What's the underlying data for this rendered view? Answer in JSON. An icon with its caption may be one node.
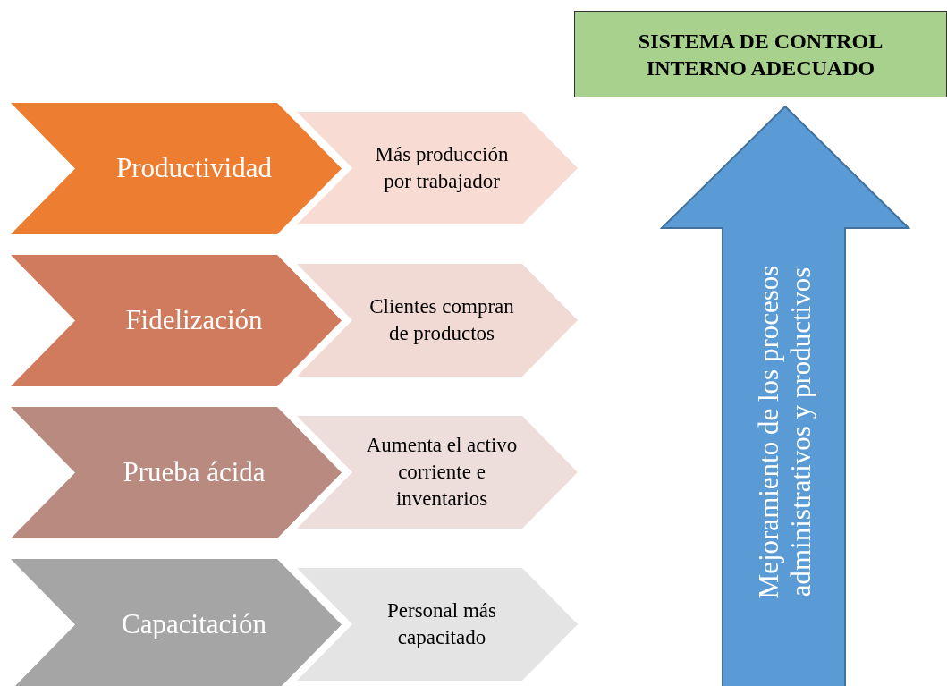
{
  "diagram": {
    "nodes": [
      {
        "text": [
          "Productividad"
        ]
      },
      {
        "text": [
          "Más producción por trabajador"
        ]
      },
      {
        "text": [
          "Fidelización"
        ]
      },
      {
        "text": [
          "Clientes compran de productos"
        ]
      },
      {
        "text": [
          "Prueba ácida"
        ]
      },
      {
        "text": [
          "Aumenta el activo corriente e inventarios"
        ]
      },
      {
        "text": [
          "Capacitación"
        ]
      },
      {
        "text": [
          "Personal más capacitado"
        ]
      },
      {
        "text": [
          "SISTEMA DE CONTROL INTERNO ADECUADO"
        ]
      },
      {
        "text": [
          "Mejoramiento de los procesos administrativos y productivos"
        ]
      }
    ]
  }
}
